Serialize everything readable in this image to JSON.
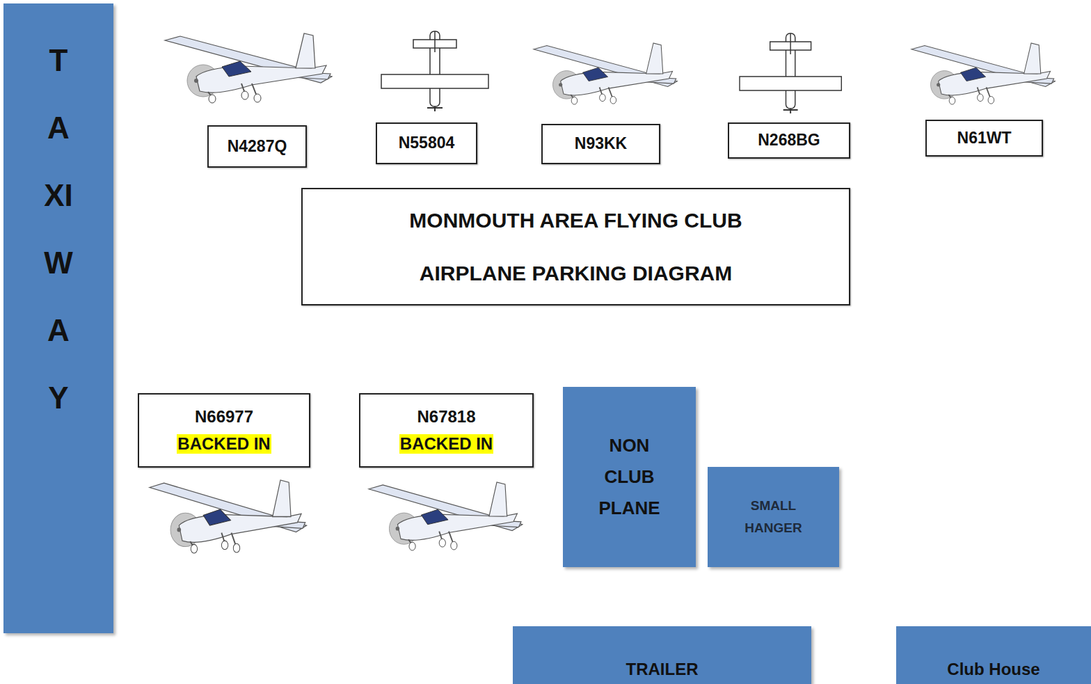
{
  "diagram": {
    "nodes": [
      {
        "text": [
          "TAXIWAY"
        ]
      },
      {
        "text": [
          "N4287Q"
        ]
      },
      {
        "text": [
          "N55804"
        ]
      },
      {
        "text": [
          "N93KK"
        ]
      },
      {
        "text": [
          "N268BG"
        ]
      },
      {
        "text": [
          "N61WT"
        ]
      },
      {
        "text": [
          "MONMOUTH AREA FLYING CLUB",
          "AIRPLANE PARKING DIAGRAM"
        ]
      },
      {
        "text": [
          "N66977",
          "BACKED IN"
        ]
      },
      {
        "text": [
          "N67818",
          "BACKED IN"
        ]
      },
      {
        "text": [
          "NON CLUB PLANE"
        ]
      },
      {
        "text": [
          "SMALL HANGER"
        ]
      },
      {
        "text": [
          "TRAILER"
        ]
      },
      {
        "text": [
          "Club House"
        ]
      }
    ]
  }
}
